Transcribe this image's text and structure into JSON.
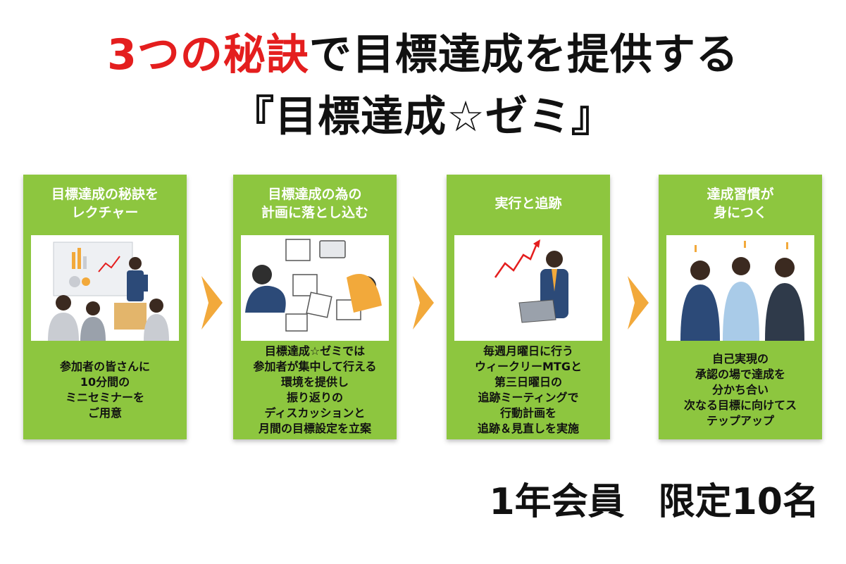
{
  "headline": {
    "line1_red": "3つの秘訣",
    "line1_rest": "で目標達成を提供する",
    "line2": "『目標達成☆ゼミ』"
  },
  "cards": [
    {
      "title": "目標達成の秘訣を\nレクチャー",
      "body": "参加者の皆さんに\n10分間の\nミニセミナーを\nご用意"
    },
    {
      "title": "目標達成の為の\n計画に落とし込む",
      "body": "目標達成☆ゼミでは\n参加者が集中して行える\n環境を提供し\n振り返りの\nディスカッションと\n月間の目標設定を立案"
    },
    {
      "title": "実行と追跡",
      "body": "毎週月曜日に行う\nウィークリーMTGと\n第三日曜日の\n追跡ミーティングで\n行動計画を\n追跡＆見直しを実施"
    },
    {
      "title": "達成習慣が\n身につく",
      "body": "自己実現の\n承認の場で達成を\n分かち合い\n次なる目標に向けてス\nテップアップ"
    }
  ],
  "footer": {
    "membership": "1年会員",
    "limit": "限定10名"
  },
  "colors": {
    "card_green": "#8dc63f",
    "arrow_orange": "#f2a93b",
    "accent_red": "#e41e1e"
  },
  "icons": [
    "seminar-illustration",
    "planning-illustration",
    "tracking-illustration",
    "habit-illustration",
    "arrow-right-icon"
  ]
}
